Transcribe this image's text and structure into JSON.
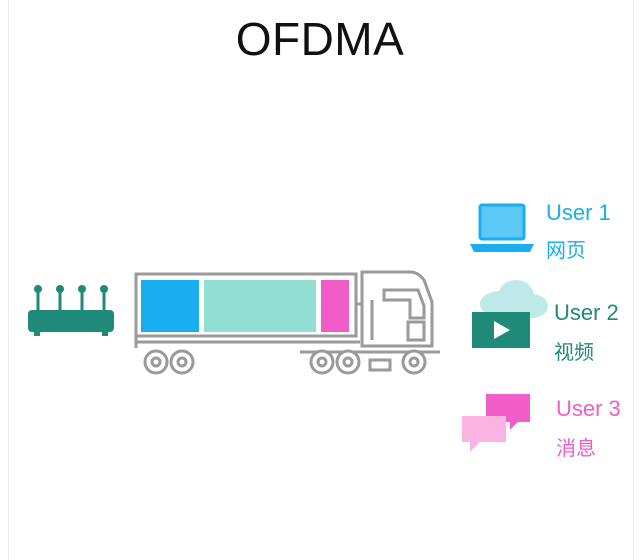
{
  "title": "OFDMA",
  "colors": {
    "user1": "#1aaef0",
    "user2": "#1f8a78",
    "user3": "#f05cc8",
    "truck_outline": "#9a9a9a",
    "router": "#1f8a78"
  },
  "users": [
    {
      "name": "User 1",
      "content": "网页",
      "icon": "laptop-icon"
    },
    {
      "name": "User 2",
      "content": "视频",
      "icon": "cloud-video-icon"
    },
    {
      "name": "User 3",
      "content": "消息",
      "icon": "chat-bubbles-icon"
    }
  ]
}
